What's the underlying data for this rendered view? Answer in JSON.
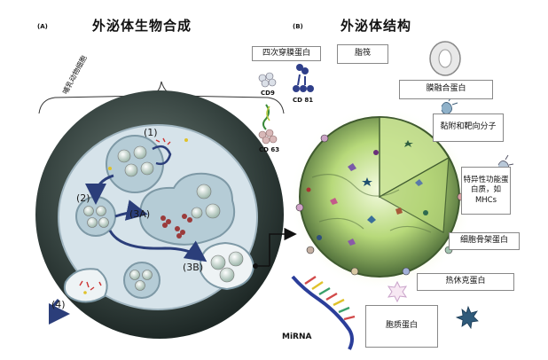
{
  "panel_a": {
    "tag": "(A)",
    "title": "外泌体生物合成",
    "cell_label": "哺乳动物细胞",
    "steps": [
      "(1)",
      "(2)",
      "(3A)",
      "(3B)",
      "(4)"
    ]
  },
  "panel_b": {
    "tag": "(B)",
    "title": "外泌体结构",
    "labels": {
      "tetraspanins": "四次穿膜蛋白",
      "lipid": "脂筏",
      "membrane_fusion": "膜融合蛋白",
      "adhesion": "黏附和靶向分子",
      "specific": "特异性功能蛋白质，如MHCs",
      "cytoskeleton": "细胞骨架蛋白",
      "heatshock": "热休克蛋白",
      "cytosolic": "胞质蛋白"
    },
    "proteins": [
      "CD9",
      "CD 81",
      "CD 63"
    ],
    "mirna": "MiRNA"
  },
  "colors": {
    "cell_dark": "#2e3a38",
    "cytoplasm": "#d6e3ea",
    "vesicle": "#a9c3cf",
    "arrow": "#2b3e7a",
    "exosome_glow": "#d8ef9a"
  }
}
